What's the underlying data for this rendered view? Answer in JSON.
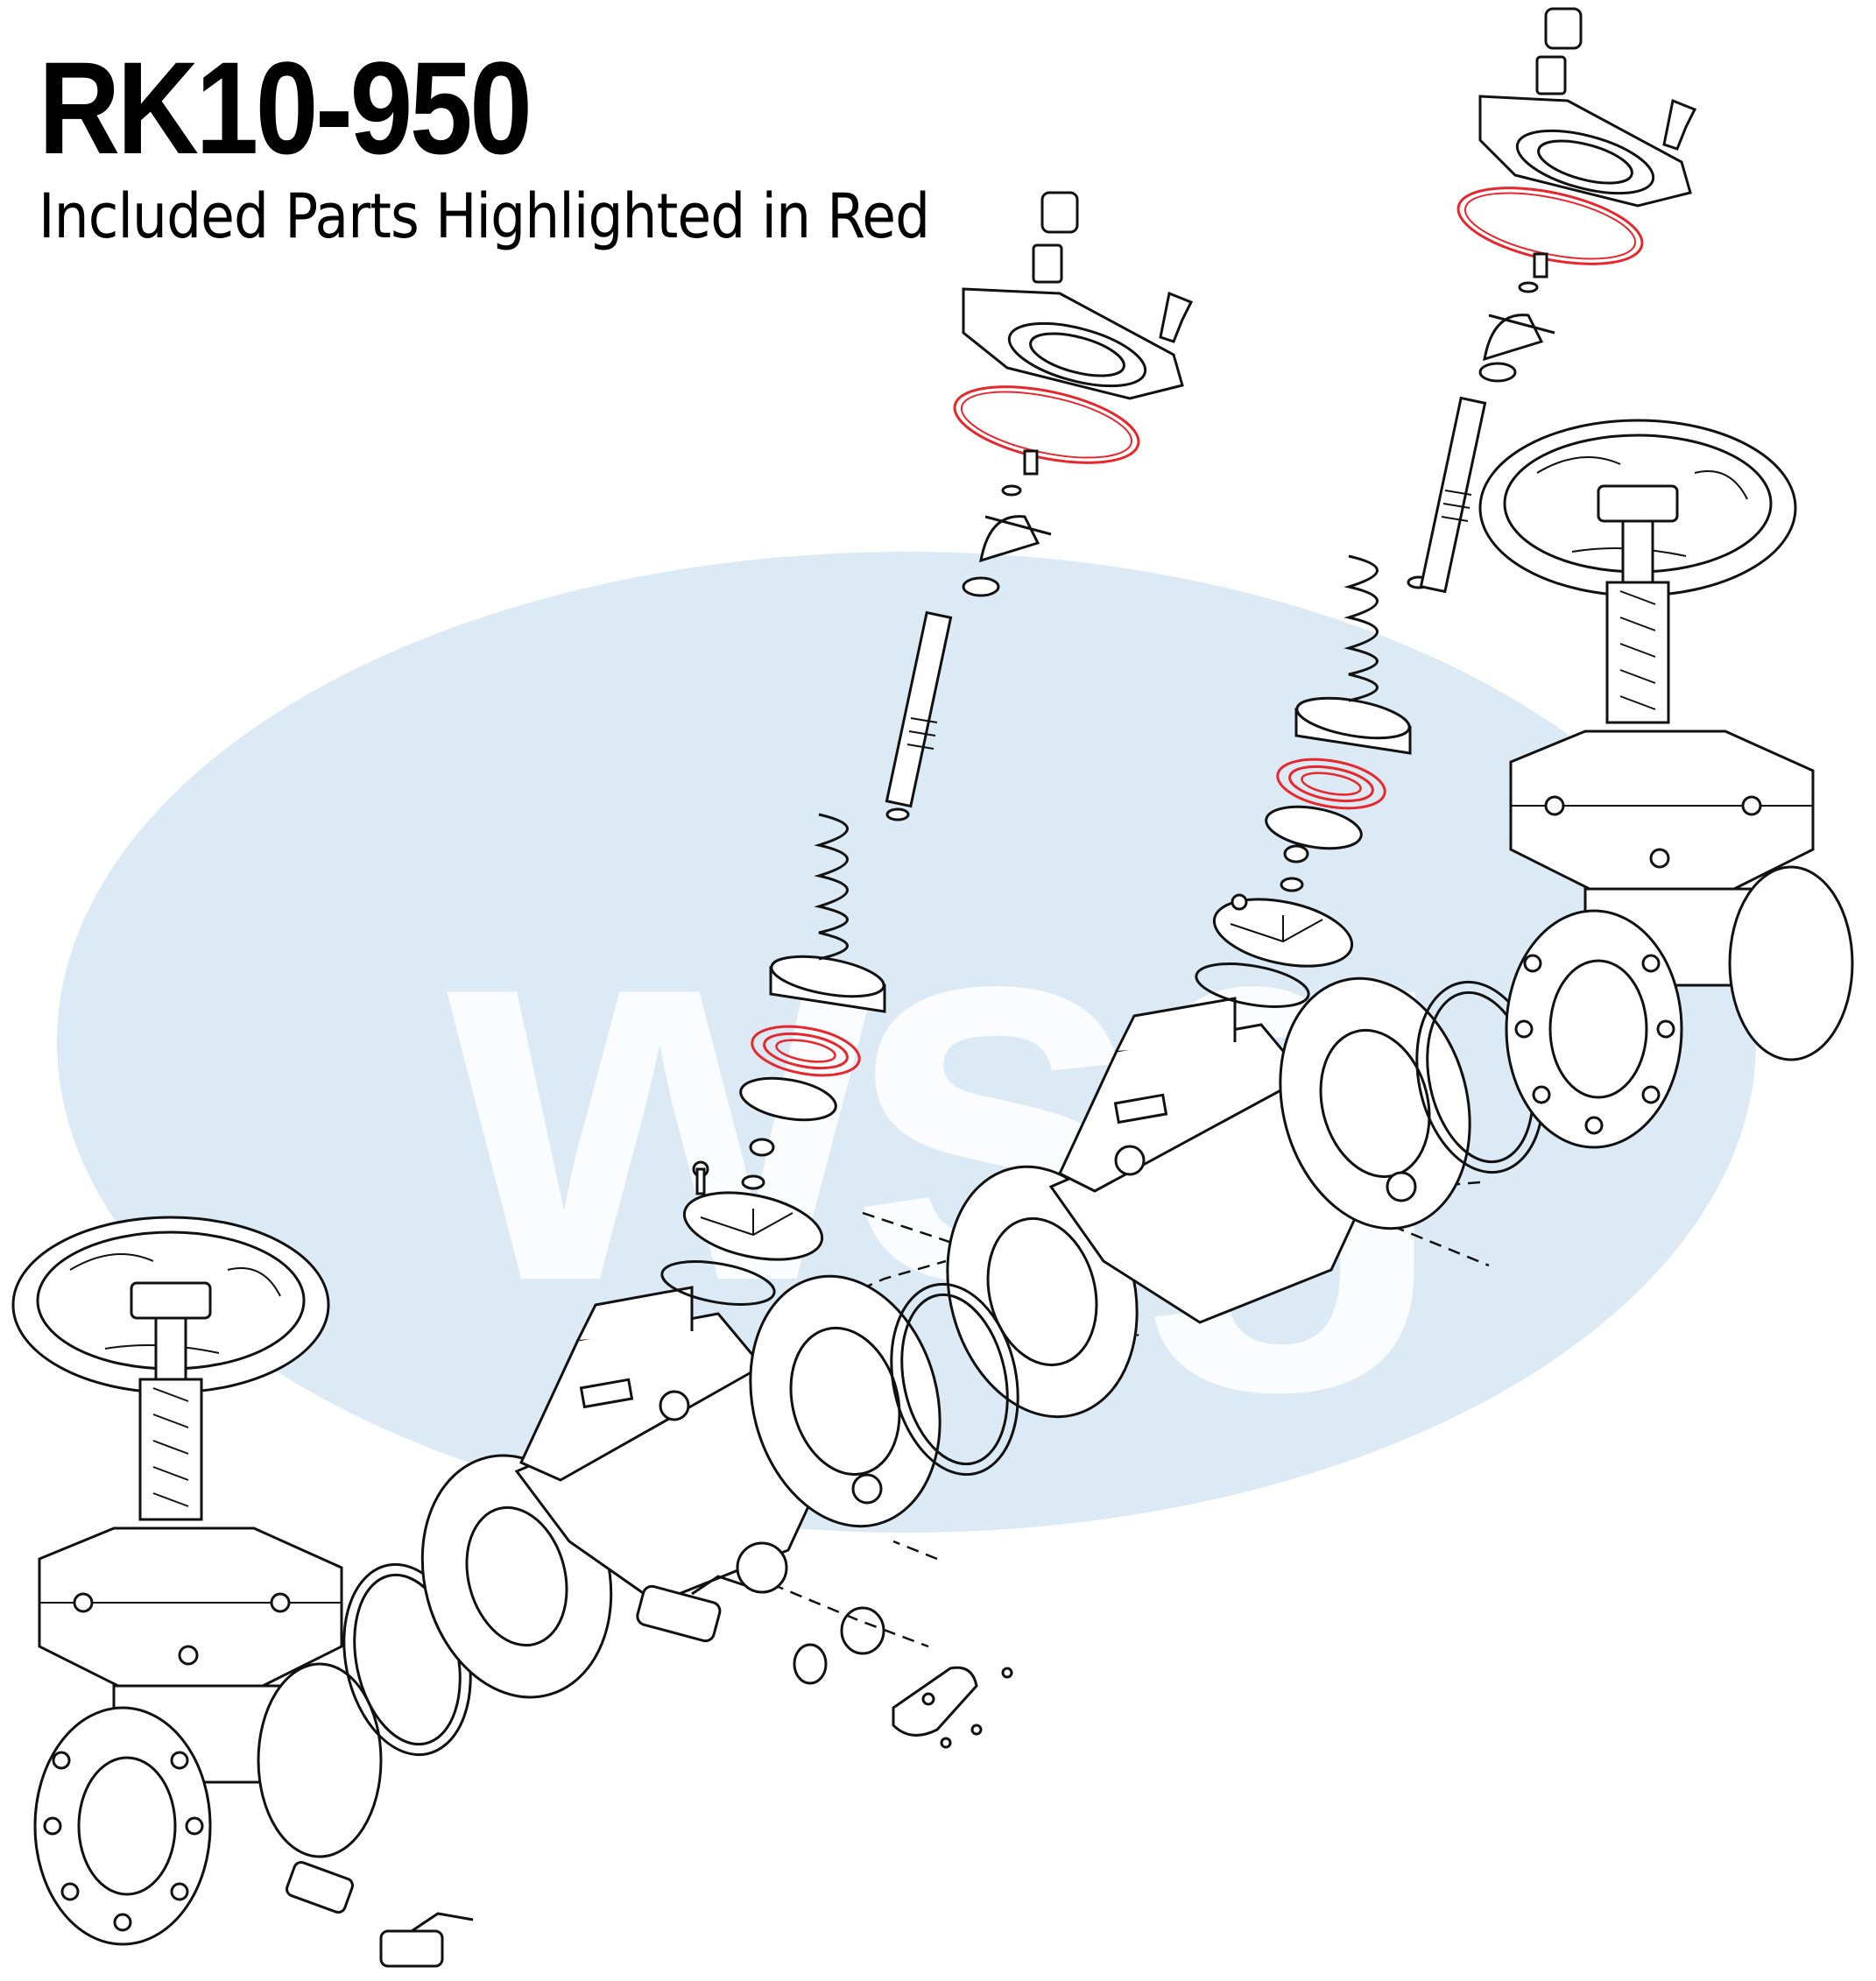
{
  "header": {
    "model": "RK10-950",
    "subtitle": "Included Parts Highlighted in Red"
  },
  "watermark": {
    "text": "wsg",
    "color": "#dbeaf5"
  },
  "colors": {
    "line": "#111111",
    "highlight": "#e8262b",
    "background": "#ffffff"
  },
  "diagram": {
    "included_parts": [
      "cover-o-ring",
      "cover-o-ring",
      "seat-disc-rubber",
      "seat-disc-rubber"
    ]
  }
}
